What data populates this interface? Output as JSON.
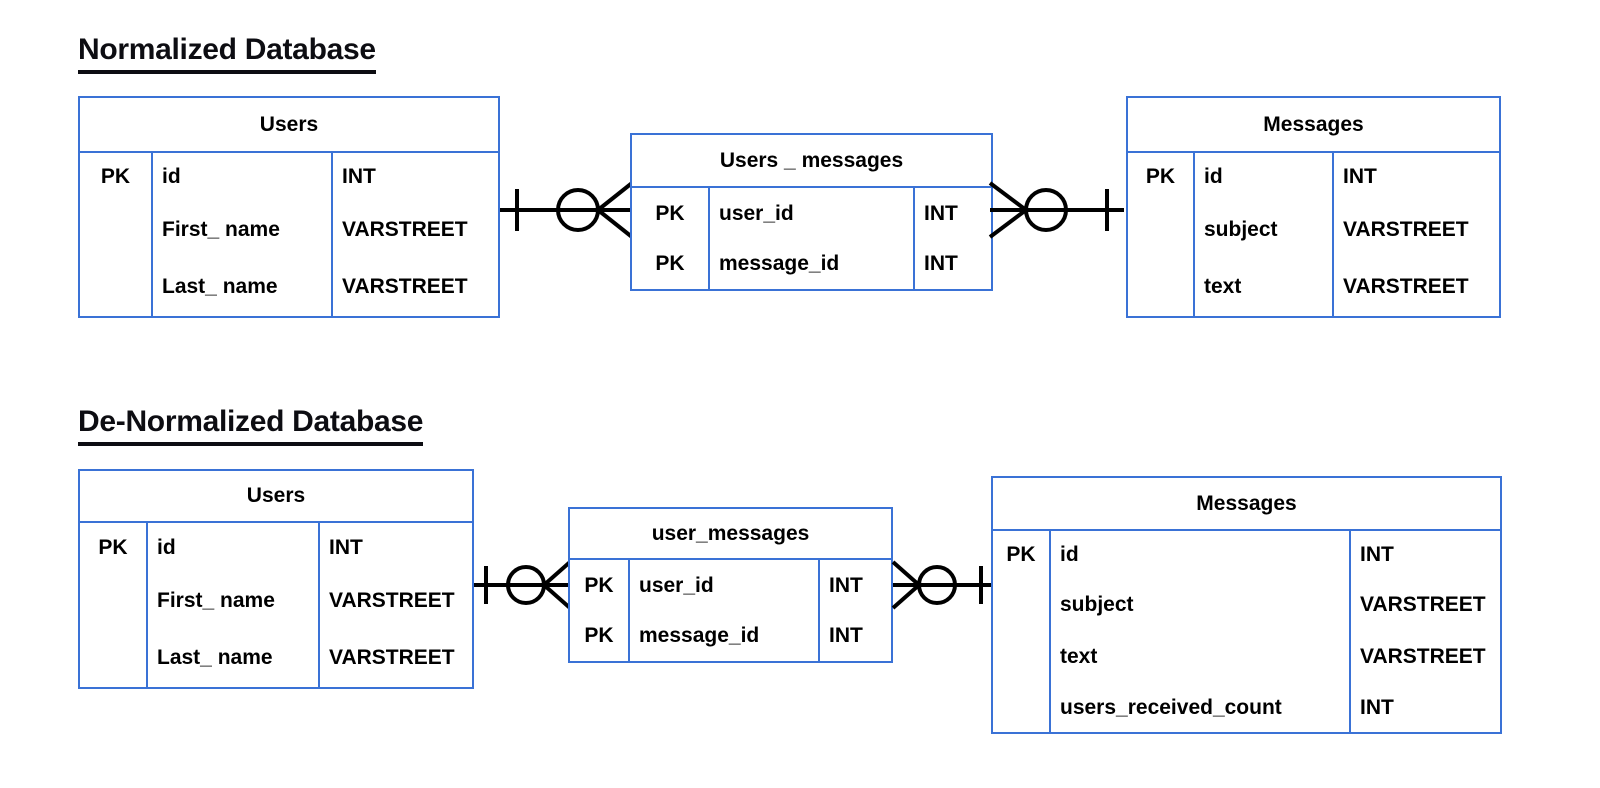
{
  "sections": [
    {
      "heading": "Normalized Database ",
      "entities": [
        {
          "name": "Users",
          "rows": [
            {
              "key": "PK",
              "field": "id",
              "type": "INT"
            },
            {
              "key": "",
              "field": "First_ name",
              "type": "VARSTREET"
            },
            {
              "key": "",
              "field": "Last_ name",
              "type": "VARSTREET"
            }
          ]
        },
        {
          "name": "Users _ messages",
          "rows": [
            {
              "key": "PK",
              "field": "user_id",
              "type": "INT"
            },
            {
              "key": "PK",
              "field": "message_id",
              "type": "INT"
            }
          ]
        },
        {
          "name": "Messages",
          "rows": [
            {
              "key": "PK",
              "field": "id",
              "type": "INT"
            },
            {
              "key": "",
              "field": "subject",
              "type": "VARSTREET"
            },
            {
              "key": "",
              "field": "text",
              "type": "VARSTREET"
            }
          ]
        }
      ],
      "relationships": [
        {
          "from": "Users",
          "to": "Users _ messages",
          "left_end": "one-mandatory",
          "right_end": "zero-or-many"
        },
        {
          "from": "Users _ messages",
          "to": "Messages",
          "left_end": "zero-or-many",
          "right_end": "one-mandatory"
        }
      ]
    },
    {
      "heading": "De-Normalized Database ",
      "entities": [
        {
          "name": "Users",
          "rows": [
            {
              "key": "PK",
              "field": "id",
              "type": "INT"
            },
            {
              "key": "",
              "field": "First_ name",
              "type": "VARSTREET"
            },
            {
              "key": "",
              "field": "Last_ name",
              "type": "VARSTREET"
            }
          ]
        },
        {
          "name": "user_messages",
          "rows": [
            {
              "key": "PK",
              "field": "user_id",
              "type": "INT"
            },
            {
              "key": "PK",
              "field": "message_id",
              "type": "INT"
            }
          ]
        },
        {
          "name": "Messages",
          "rows": [
            {
              "key": "PK",
              "field": "id",
              "type": "INT"
            },
            {
              "key": "",
              "field": "subject",
              "type": "VARSTREET"
            },
            {
              "key": "",
              "field": "text",
              "type": "VARSTREET"
            },
            {
              "key": "",
              "field": "users_received_count",
              "type": "INT"
            }
          ]
        }
      ],
      "relationships": [
        {
          "from": "Users",
          "to": "user_messages",
          "left_end": "one-mandatory",
          "right_end": "zero-or-many"
        },
        {
          "from": "user_messages",
          "to": "Messages",
          "left_end": "zero-or-many",
          "right_end": "one-mandatory"
        }
      ]
    }
  ],
  "colors": {
    "entity_border": "#3a72d6",
    "text": "#000000",
    "heading": "#0d0d12",
    "connector": "#000000",
    "background": "#ffffff"
  }
}
